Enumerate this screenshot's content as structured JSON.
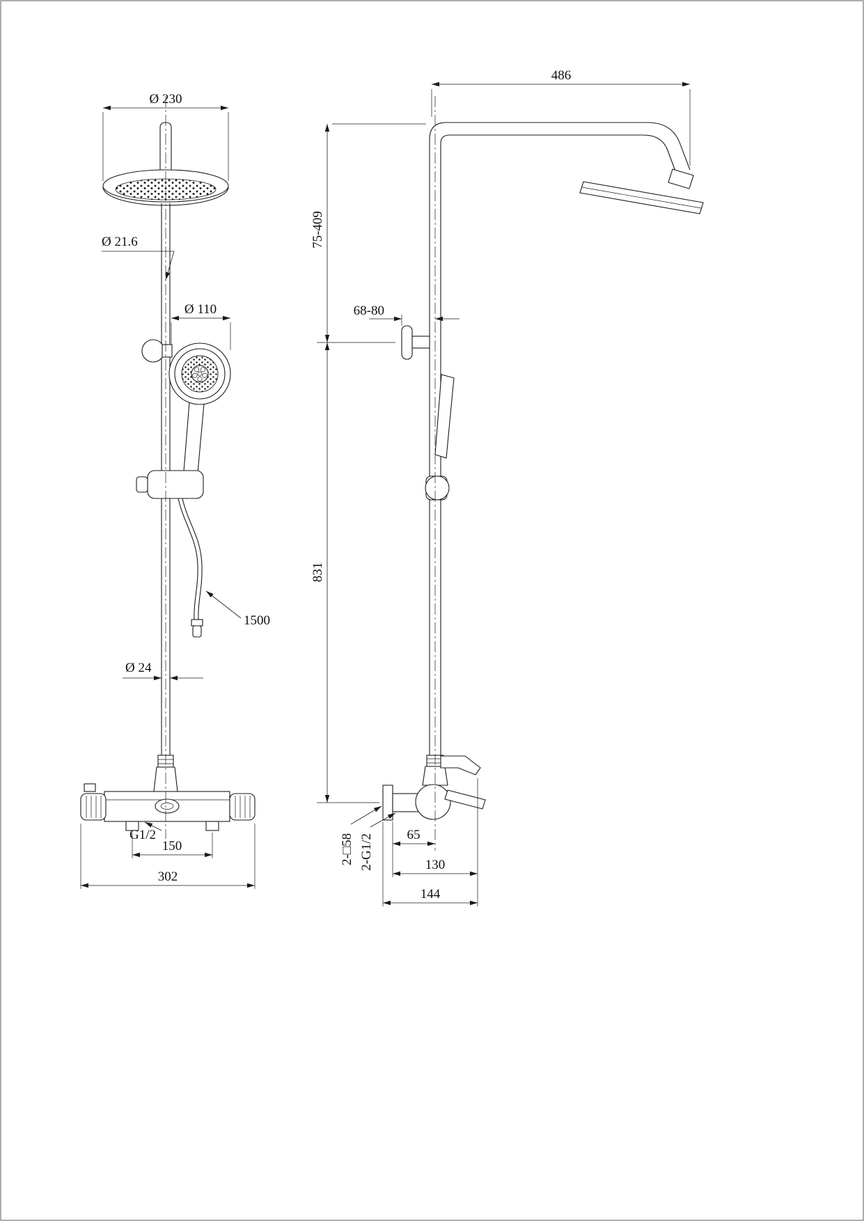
{
  "page": {
    "background": "#ffffff",
    "line_color": "#1a1a1a",
    "kind": "technical drawing - thermostatic shower column, front and side views"
  },
  "front_view": {
    "dims": {
      "head_diameter": "Ø 230",
      "upper_pipe_diameter": "Ø 21.6",
      "hand_shower_diameter": "Ø 110",
      "hose_length": "1500",
      "lower_pipe_diameter": "Ø 24",
      "inlet_thread": "G1/2",
      "inlet_spacing": "150",
      "valve_width": "302"
    }
  },
  "side_view": {
    "dims": {
      "arm_reach": "486",
      "head_height_range": "75-409",
      "bracket_offset_range": "68-80",
      "column_height": "831",
      "escutcheon_square": "2-□58",
      "wall_thread": "2-G1/2",
      "spout_offset": "65",
      "spout_reach": "130",
      "total_depth": "144"
    }
  }
}
